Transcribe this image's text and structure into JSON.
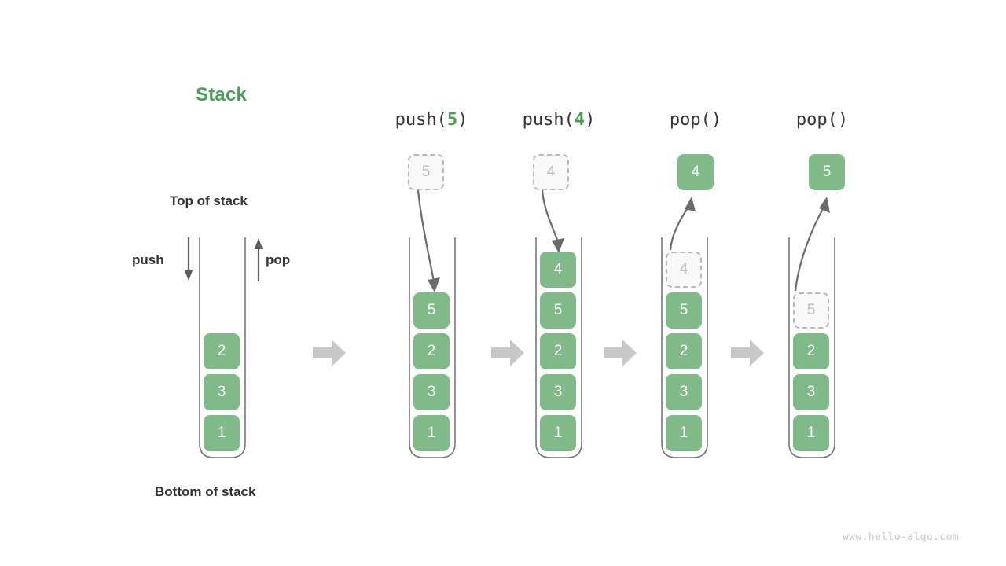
{
  "diagram": {
    "title": "Stack",
    "title_color": "#4a9e55",
    "box_color": "#80ba89",
    "ghost_color": "#f8f8f8",
    "arrow_color": "#666666",
    "flow_arrow_color": "#c8c8c8",
    "labels": {
      "top_of_stack": "Top of stack",
      "bottom_of_stack": "Bottom of stack",
      "push": "push",
      "pop": "pop"
    },
    "watermark": "www.hello-algo.com",
    "initial_stack": {
      "name": "initial-stack",
      "items": [
        "2",
        "3",
        "1"
      ]
    },
    "steps": [
      {
        "name": "push-5",
        "op_prefix": "push(",
        "op_arg": "5",
        "op_suffix": ")",
        "floating_box": {
          "value": "5",
          "style": "ghost",
          "position": "above"
        },
        "motion": "down",
        "items": [
          "5",
          "2",
          "3",
          "1"
        ],
        "item_styles": [
          "solid",
          "solid",
          "solid",
          "solid"
        ]
      },
      {
        "name": "push-4",
        "op_prefix": "push(",
        "op_arg": "4",
        "op_suffix": ")",
        "floating_box": {
          "value": "4",
          "style": "ghost",
          "position": "above"
        },
        "motion": "down",
        "items": [
          "4",
          "5",
          "2",
          "3",
          "1"
        ],
        "item_styles": [
          "solid",
          "solid",
          "solid",
          "solid",
          "solid"
        ]
      },
      {
        "name": "pop-4",
        "op_prefix": "pop(",
        "op_arg": "",
        "op_suffix": ")",
        "floating_box": {
          "value": "4",
          "style": "solid",
          "position": "above"
        },
        "motion": "up",
        "items": [
          "4",
          "5",
          "2",
          "3",
          "1"
        ],
        "item_styles": [
          "ghost",
          "solid",
          "solid",
          "solid",
          "solid"
        ]
      },
      {
        "name": "pop-5",
        "op_prefix": "pop(",
        "op_arg": "",
        "op_suffix": ")",
        "floating_box": {
          "value": "5",
          "style": "solid",
          "position": "above"
        },
        "motion": "up",
        "items": [
          "5",
          "2",
          "3",
          "1"
        ],
        "item_styles": [
          "ghost",
          "solid",
          "solid",
          "solid"
        ]
      }
    ],
    "flow_arrows": [
      "flow-arrow-1",
      "flow-arrow-2",
      "flow-arrow-3",
      "flow-arrow-4"
    ]
  }
}
